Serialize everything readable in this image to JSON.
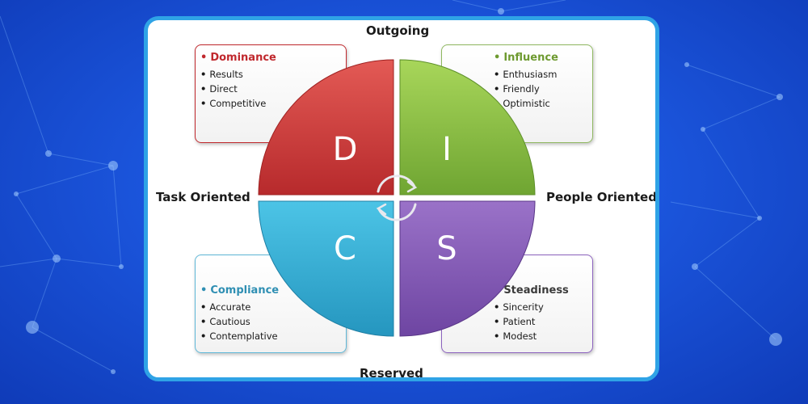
{
  "axes": {
    "top": "Outgoing",
    "bottom": "Reserved",
    "left": "Task Oriented",
    "right": "People Oriented"
  },
  "quadrants": [
    {
      "letter": "D",
      "color": "#d93c3c",
      "title": "Dominance",
      "title_color": "#c0282d",
      "traits": [
        "Results",
        "Direct",
        "Competitive"
      ]
    },
    {
      "letter": "I",
      "color": "#8fc644",
      "title": "Influence",
      "title_color": "#6e9a30",
      "traits": [
        "Enthusiasm",
        "Friendly",
        "Optimistic"
      ]
    },
    {
      "letter": "C",
      "color": "#35b6dc",
      "title": "Compliance",
      "title_color": "#2f8fb3",
      "traits": [
        "Accurate",
        "Cautious",
        "Contemplative"
      ]
    },
    {
      "letter": "S",
      "color": "#8c62be",
      "title": "Steadiness",
      "title_color": "#3a3a3a",
      "traits": [
        "Sincerity",
        "Patient",
        "Modest"
      ]
    }
  ],
  "icons": {
    "center": "cycle-arrows-icon"
  }
}
